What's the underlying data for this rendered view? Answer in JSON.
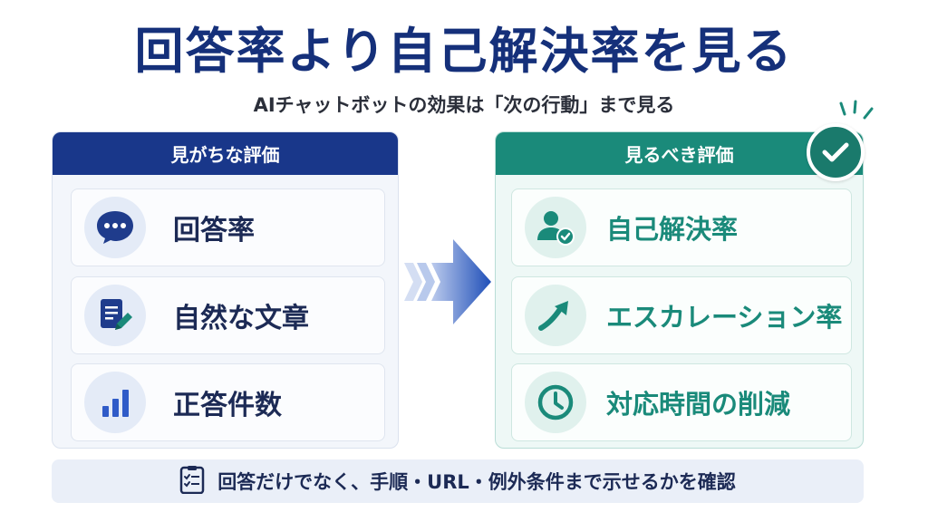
{
  "title": "回答率より自己解決率を見る",
  "subtitle": "AIチャットボットの効果は「次の行動」まで見る",
  "left_panel": {
    "header": "見がちな評価",
    "items": [
      {
        "label": "回答率",
        "icon": "chat-bubble-icon"
      },
      {
        "label": "自然な文章",
        "icon": "document-pen-icon"
      },
      {
        "label": "正答件数",
        "icon": "bar-chart-icon"
      }
    ]
  },
  "right_panel": {
    "header": "見るべき評価",
    "items": [
      {
        "label": "自己解決率",
        "icon": "user-check-icon"
      },
      {
        "label": "エスカレーション率",
        "icon": "trend-arrow-icon"
      },
      {
        "label": "対応時間の削減",
        "icon": "clock-icon"
      }
    ]
  },
  "footer": {
    "text": "回答だけでなく、手順・URL・例外条件まで示せるかを確認",
    "icon": "checklist-icon"
  },
  "colors": {
    "navy": "#19378a",
    "teal": "#1a8a7a",
    "title": "#15307a"
  }
}
